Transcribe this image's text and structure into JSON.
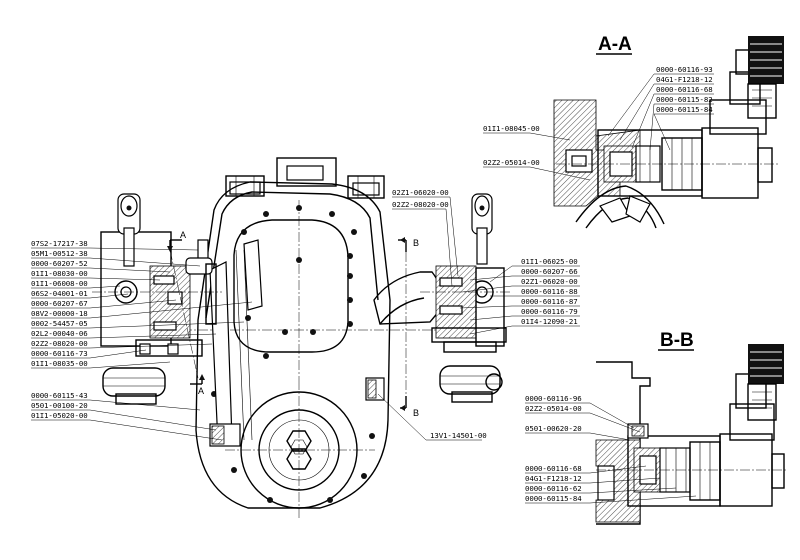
{
  "section_titles": {
    "aa": "A-A",
    "bb": "B-B"
  },
  "section_marks": {
    "a_top": "A",
    "a_bottom": "A",
    "b_top": "B",
    "b_bottom": "B"
  },
  "main_left_labels": [
    "07S2-17217-38",
    "05M1-00512-38",
    "0000-60207-52",
    "01I1-08030-00",
    "01I1-06008-00",
    "06S2-04001-01",
    "0000-60207-67",
    "08V2-00000-18",
    "0002-54457-05",
    "02L2-00040-06",
    "02Z2-08020-00",
    "0000-60116-73",
    "01I1-08035-00"
  ],
  "main_lower_left_labels": [
    "0000-60115-43",
    "0501-00100-20",
    "01I1-05020-00"
  ],
  "main_top_labels": [
    "02Z1-06020-00",
    "02Z2-08020-00"
  ],
  "main_right_labels": [
    "01I1-06025-00",
    "0000-60207-66",
    "02Z1-06020-00",
    "0000-60116-88",
    "0000-60116-87",
    "0000-60116-79",
    "01I4-12090-21"
  ],
  "main_bottom_label": "13V1-14501-00",
  "aa_labels_right": [
    "0000-60116-93",
    "04G1-F1218-12",
    "0000-60116-68",
    "0000-60115-82",
    "0000-60115-84"
  ],
  "aa_labels_left": [
    "01I1-08045-00",
    "02Z2-05014-00"
  ],
  "bb_labels_upper": [
    "0000-60116-96",
    "02Z2-05014-00",
    "0501-00620-20"
  ],
  "bb_labels_lower": [
    "0000-60116-68",
    "04G1-F1218-12",
    "0000-60116-62",
    "0000-60115-84"
  ],
  "colors": {
    "line": "#000000",
    "background": "#ffffff"
  }
}
